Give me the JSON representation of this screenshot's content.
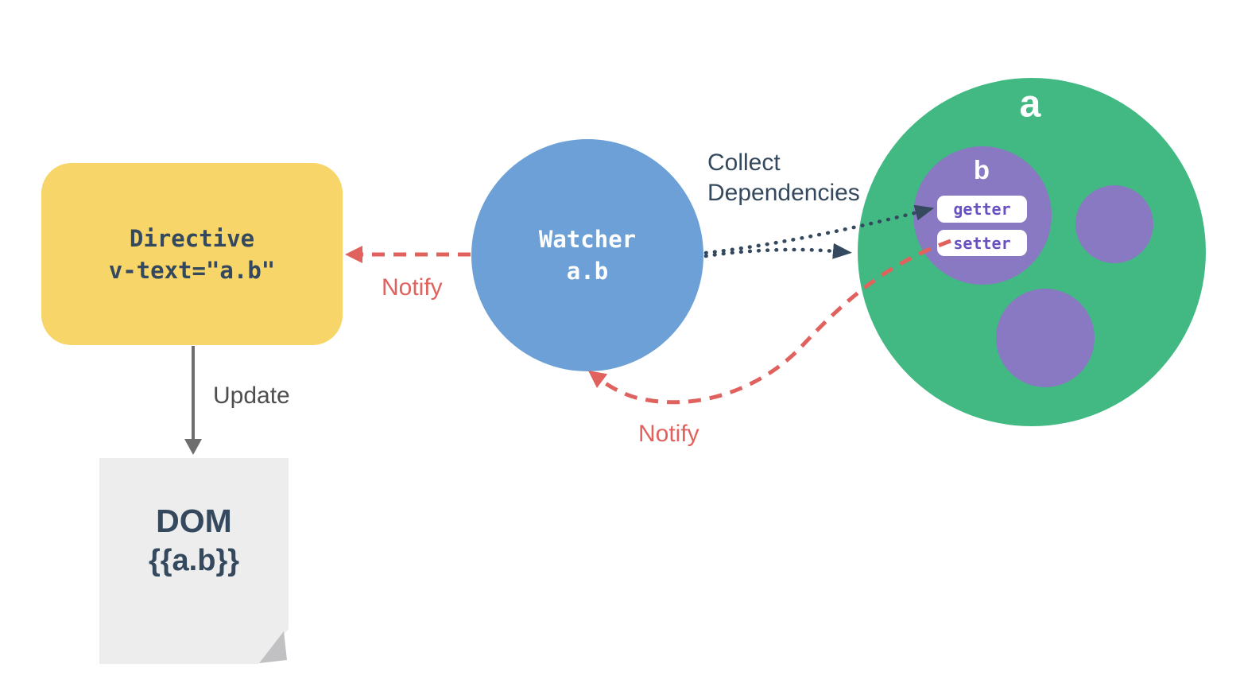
{
  "directive": {
    "title": "Directive",
    "code": "v-text=\"a.b\""
  },
  "dom": {
    "title": "DOM",
    "code": "{{a.b}}"
  },
  "watcher": {
    "title": "Watcher",
    "code": "a.b"
  },
  "data_object": {
    "label": "a",
    "nested": {
      "label": "b",
      "getter_label": "getter",
      "setter_label": "setter"
    }
  },
  "edges": {
    "update_label": "Update",
    "notify_left_label": "Notify",
    "notify_bottom_label": "Notify",
    "collect_label": "Collect Dependencies"
  },
  "colors": {
    "directive_fill": "#F8D568",
    "watcher_fill": "#6CA0D6",
    "data_fill": "#42B983",
    "nested_fill": "#8978C2",
    "pill_fill": "#FFFFFF",
    "pill_text": "#6950C3",
    "navy_text": "#35495E",
    "collect_navy": "#35495E",
    "notify_red": "#E0625E",
    "update_gray": "#4E4E4E",
    "arrow_gray": "#6E6E6E",
    "page_fill": "#EDEDED",
    "page_fold": "#C1C1C3",
    "white_text": "#FFFFFF"
  }
}
